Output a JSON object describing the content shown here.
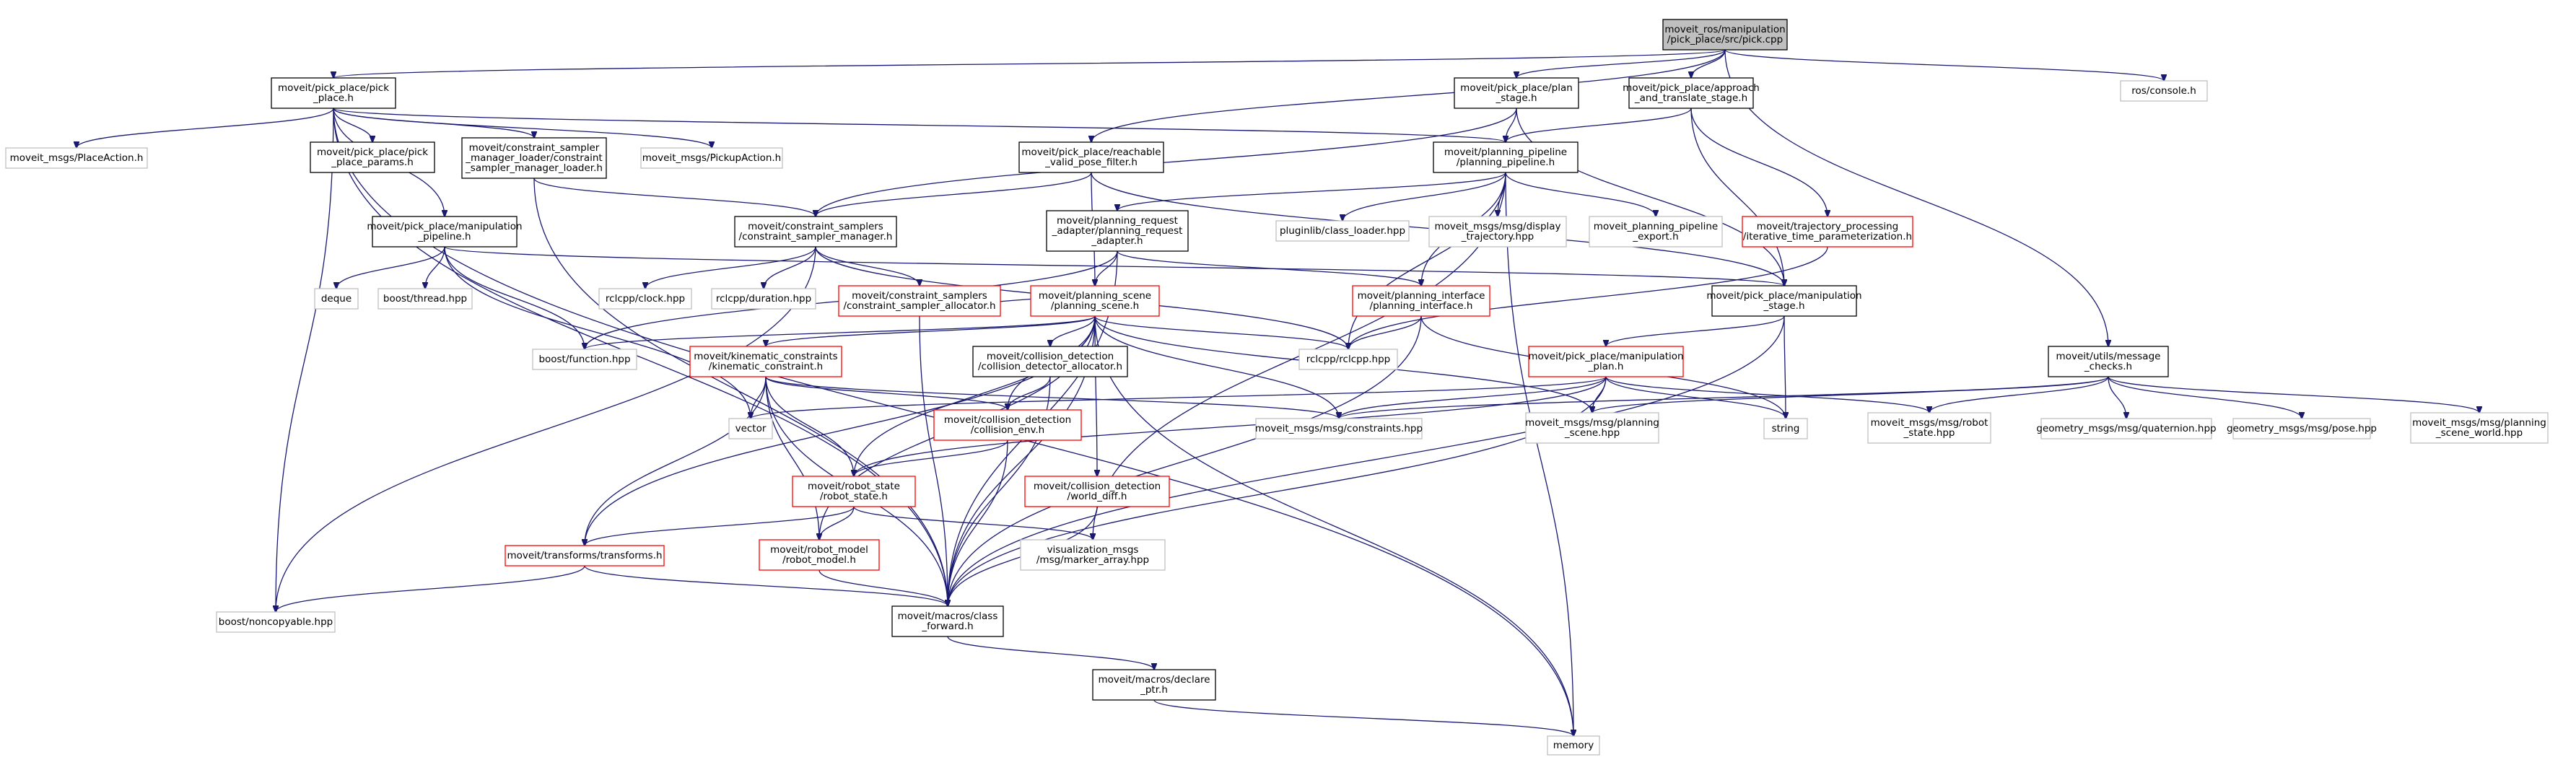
{
  "colors": {
    "edge": "#191970",
    "border_default": "#000000",
    "border_red": "#ff0000",
    "border_gray": "#bfbfbf",
    "fill_root": "#bfbfbf",
    "fill_default": "#ffffff"
  },
  "graph": {
    "nodes": [
      {
        "id": "root",
        "lines": [
          "moveit_ros/manipulation",
          "/pick_place/src/pick.cpp"
        ],
        "style": "root"
      },
      {
        "id": "pick_place_h",
        "lines": [
          "moveit/pick_place/pick",
          "_place.h"
        ],
        "style": "black"
      },
      {
        "id": "plan_stage_h",
        "lines": [
          "moveit/pick_place/plan",
          "_stage.h"
        ],
        "style": "black"
      },
      {
        "id": "approach_h",
        "lines": [
          "moveit/pick_place/approach",
          "_and_translate_stage.h"
        ],
        "style": "black"
      },
      {
        "id": "ros_console",
        "lines": [
          "ros/console.h"
        ],
        "style": "gray"
      },
      {
        "id": "place_action",
        "lines": [
          "moveit_msgs/PlaceAction.h"
        ],
        "style": "gray"
      },
      {
        "id": "pick_place_params",
        "lines": [
          "moveit/pick_place/pick",
          "_place_params.h"
        ],
        "style": "black"
      },
      {
        "id": "cs_manager_loader",
        "lines": [
          "moveit/constraint_sampler",
          "_manager_loader/constraint",
          "_sampler_manager_loader.h"
        ],
        "style": "black"
      },
      {
        "id": "pickup_action",
        "lines": [
          "moveit_msgs/PickupAction.h"
        ],
        "style": "gray"
      },
      {
        "id": "reachable_filter",
        "lines": [
          "moveit/pick_place/reachable",
          "_valid_pose_filter.h"
        ],
        "style": "black"
      },
      {
        "id": "planning_pipeline_h",
        "lines": [
          "moveit/planning_pipeline",
          "/planning_pipeline.h"
        ],
        "style": "black"
      },
      {
        "id": "manip_pipeline_h",
        "lines": [
          "moveit/pick_place/manipulation",
          "_pipeline.h"
        ],
        "style": "black"
      },
      {
        "id": "cs_manager_h",
        "lines": [
          "moveit/constraint_samplers",
          "/constraint_sampler_manager.h"
        ],
        "style": "black"
      },
      {
        "id": "pra_h",
        "lines": [
          "moveit/planning_request",
          "_adapter/planning_request",
          "_adapter.h"
        ],
        "style": "black"
      },
      {
        "id": "class_loader",
        "lines": [
          "pluginlib/class_loader.hpp"
        ],
        "style": "gray"
      },
      {
        "id": "display_traj",
        "lines": [
          "moveit_msgs/msg/display",
          "_trajectory.hpp"
        ],
        "style": "gray"
      },
      {
        "id": "pp_export",
        "lines": [
          "moveit_planning_pipeline",
          "_export.h"
        ],
        "style": "gray"
      },
      {
        "id": "itp_h",
        "lines": [
          "moveit/trajectory_processing",
          "/iterative_time_parameterization.h"
        ],
        "style": "red"
      },
      {
        "id": "deque",
        "lines": [
          "deque"
        ],
        "style": "gray"
      },
      {
        "id": "boost_thread",
        "lines": [
          "boost/thread.hpp"
        ],
        "style": "gray"
      },
      {
        "id": "clock_hpp",
        "lines": [
          "rclcpp/clock.hpp"
        ],
        "style": "gray"
      },
      {
        "id": "duration_hpp",
        "lines": [
          "rclcpp/duration.hpp"
        ],
        "style": "gray"
      },
      {
        "id": "cs_allocator",
        "lines": [
          "moveit/constraint_samplers",
          "/constraint_sampler_allocator.h"
        ],
        "style": "red"
      },
      {
        "id": "planning_scene_h",
        "lines": [
          "moveit/planning_scene",
          "/planning_scene.h"
        ],
        "style": "red"
      },
      {
        "id": "planning_interface_h",
        "lines": [
          "moveit/planning_interface",
          "/planning_interface.h"
        ],
        "style": "red"
      },
      {
        "id": "manip_stage_h",
        "lines": [
          "moveit/pick_place/manipulation",
          "_stage.h"
        ],
        "style": "black"
      },
      {
        "id": "boost_function",
        "lines": [
          "boost/function.hpp"
        ],
        "style": "gray"
      },
      {
        "id": "kinematic_constraint",
        "lines": [
          "moveit/kinematic_constraints",
          "/kinematic_constraint.h"
        ],
        "style": "red"
      },
      {
        "id": "cd_allocator",
        "lines": [
          "moveit/collision_detection",
          "/collision_detector_allocator.h"
        ],
        "style": "black"
      },
      {
        "id": "rclcpp",
        "lines": [
          "rclcpp/rclcpp.hpp"
        ],
        "style": "gray"
      },
      {
        "id": "manip_plan_h",
        "lines": [
          "moveit/pick_place/manipulation",
          "_plan.h"
        ],
        "style": "red"
      },
      {
        "id": "message_checks",
        "lines": [
          "moveit/utils/message",
          "_checks.h"
        ],
        "style": "black"
      },
      {
        "id": "vector",
        "lines": [
          "vector"
        ],
        "style": "gray"
      },
      {
        "id": "collision_env",
        "lines": [
          "moveit/collision_detection",
          "/collision_env.h"
        ],
        "style": "red"
      },
      {
        "id": "constraints_hpp",
        "lines": [
          "moveit_msgs/msg/constraints.hpp"
        ],
        "style": "gray"
      },
      {
        "id": "planning_scene_hpp",
        "lines": [
          "moveit_msgs/msg/planning",
          "_scene.hpp"
        ],
        "style": "gray"
      },
      {
        "id": "string",
        "lines": [
          "string"
        ],
        "style": "gray"
      },
      {
        "id": "robot_state_hpp",
        "lines": [
          "moveit_msgs/msg/robot",
          "_state.hpp"
        ],
        "style": "gray"
      },
      {
        "id": "quaternion",
        "lines": [
          "geometry_msgs/msg/quaternion.hpp"
        ],
        "style": "gray"
      },
      {
        "id": "pose",
        "lines": [
          "geometry_msgs/msg/pose.hpp"
        ],
        "style": "gray"
      },
      {
        "id": "scene_world",
        "lines": [
          "moveit_msgs/msg/planning",
          "_scene_world.hpp"
        ],
        "style": "gray"
      },
      {
        "id": "robot_state_h",
        "lines": [
          "moveit/robot_state",
          "/robot_state.h"
        ],
        "style": "red"
      },
      {
        "id": "world_diff",
        "lines": [
          "moveit/collision_detection",
          "/world_diff.h"
        ],
        "style": "red"
      },
      {
        "id": "transforms",
        "lines": [
          "moveit/transforms/transforms.h"
        ],
        "style": "red"
      },
      {
        "id": "robot_model",
        "lines": [
          "moveit/robot_model",
          "/robot_model.h"
        ],
        "style": "red"
      },
      {
        "id": "marker_array",
        "lines": [
          "visualization_msgs",
          "/msg/marker_array.hpp"
        ],
        "style": "gray"
      },
      {
        "id": "noncopyable",
        "lines": [
          "boost/noncopyable.hpp"
        ],
        "style": "gray"
      },
      {
        "id": "class_forward",
        "lines": [
          "moveit/macros/class",
          "_forward.h"
        ],
        "style": "black"
      },
      {
        "id": "declare_ptr",
        "lines": [
          "moveit/macros/declare",
          "_ptr.h"
        ],
        "style": "black"
      },
      {
        "id": "memory",
        "lines": [
          "memory"
        ],
        "style": "gray"
      }
    ],
    "edges": [
      [
        "root",
        "pick_place_h"
      ],
      [
        "root",
        "plan_stage_h"
      ],
      [
        "root",
        "approach_h"
      ],
      [
        "root",
        "ros_console"
      ],
      [
        "root",
        "reachable_filter"
      ],
      [
        "root",
        "message_checks"
      ],
      [
        "pick_place_h",
        "place_action"
      ],
      [
        "pick_place_h",
        "pick_place_params"
      ],
      [
        "pick_place_h",
        "cs_manager_loader"
      ],
      [
        "pick_place_h",
        "pickup_action"
      ],
      [
        "pick_place_h",
        "manip_pipeline_h"
      ],
      [
        "pick_place_h",
        "planning_pipeline_h"
      ],
      [
        "pick_place_h",
        "class_forward"
      ],
      [
        "pick_place_h",
        "noncopyable"
      ],
      [
        "pick_place_h",
        "memory"
      ],
      [
        "plan_stage_h",
        "planning_pipeline_h"
      ],
      [
        "plan_stage_h",
        "cs_manager_h"
      ],
      [
        "plan_stage_h",
        "manip_stage_h"
      ],
      [
        "approach_h",
        "planning_pipeline_h"
      ],
      [
        "approach_h",
        "itp_h"
      ],
      [
        "approach_h",
        "manip_stage_h"
      ],
      [
        "cs_manager_loader",
        "cs_manager_h"
      ],
      [
        "cs_manager_loader",
        "class_forward"
      ],
      [
        "reachable_filter",
        "cs_manager_h"
      ],
      [
        "reachable_filter",
        "planning_scene_h"
      ],
      [
        "reachable_filter",
        "manip_stage_h"
      ],
      [
        "planning_pipeline_h",
        "pra_h"
      ],
      [
        "planning_pipeline_h",
        "class_loader"
      ],
      [
        "planning_pipeline_h",
        "display_traj"
      ],
      [
        "planning_pipeline_h",
        "pp_export"
      ],
      [
        "planning_pipeline_h",
        "planning_interface_h"
      ],
      [
        "planning_pipeline_h",
        "rclcpp"
      ],
      [
        "planning_pipeline_h",
        "memory"
      ],
      [
        "planning_pipeline_h",
        "marker_array"
      ],
      [
        "manip_pipeline_h",
        "deque"
      ],
      [
        "manip_pipeline_h",
        "boost_thread"
      ],
      [
        "manip_pipeline_h",
        "boost_function"
      ],
      [
        "manip_pipeline_h",
        "vector"
      ],
      [
        "manip_pipeline_h",
        "manip_stage_h"
      ],
      [
        "cs_manager_h",
        "clock_hpp"
      ],
      [
        "cs_manager_h",
        "duration_hpp"
      ],
      [
        "cs_manager_h",
        "cs_allocator"
      ],
      [
        "cs_manager_h",
        "rclcpp"
      ],
      [
        "cs_manager_h",
        "noncopyable"
      ],
      [
        "pra_h",
        "planning_scene_h"
      ],
      [
        "pra_h",
        "planning_interface_h"
      ],
      [
        "pra_h",
        "boost_function"
      ],
      [
        "pra_h",
        "class_forward"
      ],
      [
        "itp_h",
        "rclcpp"
      ],
      [
        "cs_allocator",
        "planning_scene_h"
      ],
      [
        "cs_allocator",
        "class_forward"
      ],
      [
        "planning_scene_h",
        "kinematic_constraint"
      ],
      [
        "planning_scene_h",
        "cd_allocator"
      ],
      [
        "planning_scene_h",
        "collision_env"
      ],
      [
        "planning_scene_h",
        "robot_state_h"
      ],
      [
        "planning_scene_h",
        "world_diff"
      ],
      [
        "planning_scene_h",
        "transforms"
      ],
      [
        "planning_scene_h",
        "robot_model"
      ],
      [
        "planning_scene_h",
        "constraints_hpp"
      ],
      [
        "planning_scene_h",
        "planning_scene_hpp"
      ],
      [
        "planning_scene_h",
        "rclcpp"
      ],
      [
        "planning_scene_h",
        "boost_function"
      ],
      [
        "planning_scene_h",
        "class_forward"
      ],
      [
        "planning_scene_h",
        "memory"
      ],
      [
        "planning_interface_h",
        "rclcpp"
      ],
      [
        "planning_interface_h",
        "string"
      ],
      [
        "planning_interface_h",
        "class_forward"
      ],
      [
        "manip_stage_h",
        "manip_plan_h"
      ],
      [
        "manip_stage_h",
        "string"
      ],
      [
        "manip_stage_h",
        "class_forward"
      ],
      [
        "kinematic_constraint",
        "vector"
      ],
      [
        "kinematic_constraint",
        "collision_env"
      ],
      [
        "kinematic_constraint",
        "robot_state_h"
      ],
      [
        "kinematic_constraint",
        "robot_model"
      ],
      [
        "kinematic_constraint",
        "transforms"
      ],
      [
        "kinematic_constraint",
        "constraints_hpp"
      ],
      [
        "kinematic_constraint",
        "class_forward"
      ],
      [
        "cd_allocator",
        "collision_env"
      ],
      [
        "cd_allocator",
        "class_forward"
      ],
      [
        "manip_plan_h",
        "vector"
      ],
      [
        "manip_plan_h",
        "constraints_hpp"
      ],
      [
        "manip_plan_h",
        "planning_scene_hpp"
      ],
      [
        "manip_plan_h",
        "string"
      ],
      [
        "manip_plan_h",
        "robot_state_hpp"
      ],
      [
        "manip_plan_h",
        "robot_state_h"
      ],
      [
        "manip_plan_h",
        "class_forward"
      ],
      [
        "message_checks",
        "constraints_hpp"
      ],
      [
        "message_checks",
        "planning_scene_hpp"
      ],
      [
        "message_checks",
        "robot_state_hpp"
      ],
      [
        "message_checks",
        "quaternion"
      ],
      [
        "message_checks",
        "pose"
      ],
      [
        "message_checks",
        "scene_world"
      ],
      [
        "collision_env",
        "robot_state_h"
      ],
      [
        "collision_env",
        "class_forward"
      ],
      [
        "world_diff",
        "class_forward"
      ],
      [
        "robot_state_h",
        "robot_model"
      ],
      [
        "robot_state_h",
        "transforms"
      ],
      [
        "robot_state_h",
        "marker_array"
      ],
      [
        "transforms",
        "noncopyable"
      ],
      [
        "transforms",
        "class_forward"
      ],
      [
        "robot_model",
        "class_forward"
      ],
      [
        "class_forward",
        "declare_ptr"
      ],
      [
        "declare_ptr",
        "memory"
      ]
    ]
  }
}
